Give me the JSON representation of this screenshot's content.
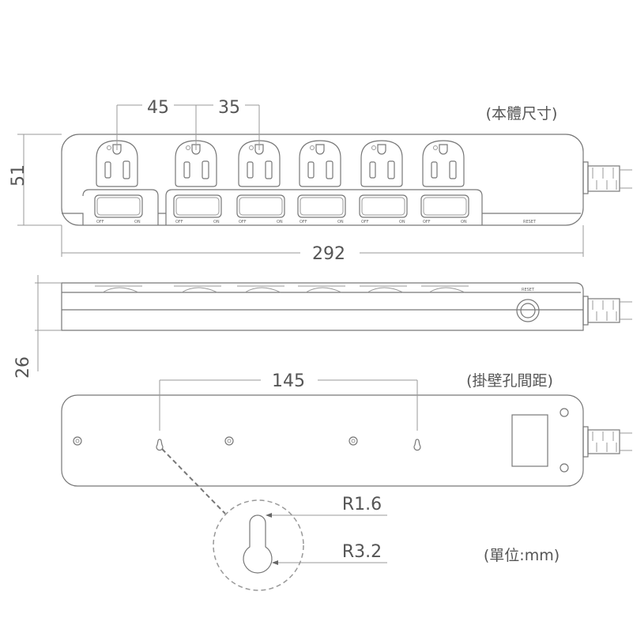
{
  "dimensions": {
    "spacing_1": "45",
    "spacing_2": "35",
    "height": "51",
    "length": "292",
    "thickness": "26",
    "hole_spacing": "145",
    "radius_small": "R1.6",
    "radius_large": "R3.2"
  },
  "labels": {
    "body_size": "(本體尺寸)",
    "hole_spacing": "(掛壁孔間距)",
    "unit": "(單位:mm)",
    "off": "OFF",
    "on": "ON",
    "reset": "RESET"
  },
  "outlet_count": 6
}
